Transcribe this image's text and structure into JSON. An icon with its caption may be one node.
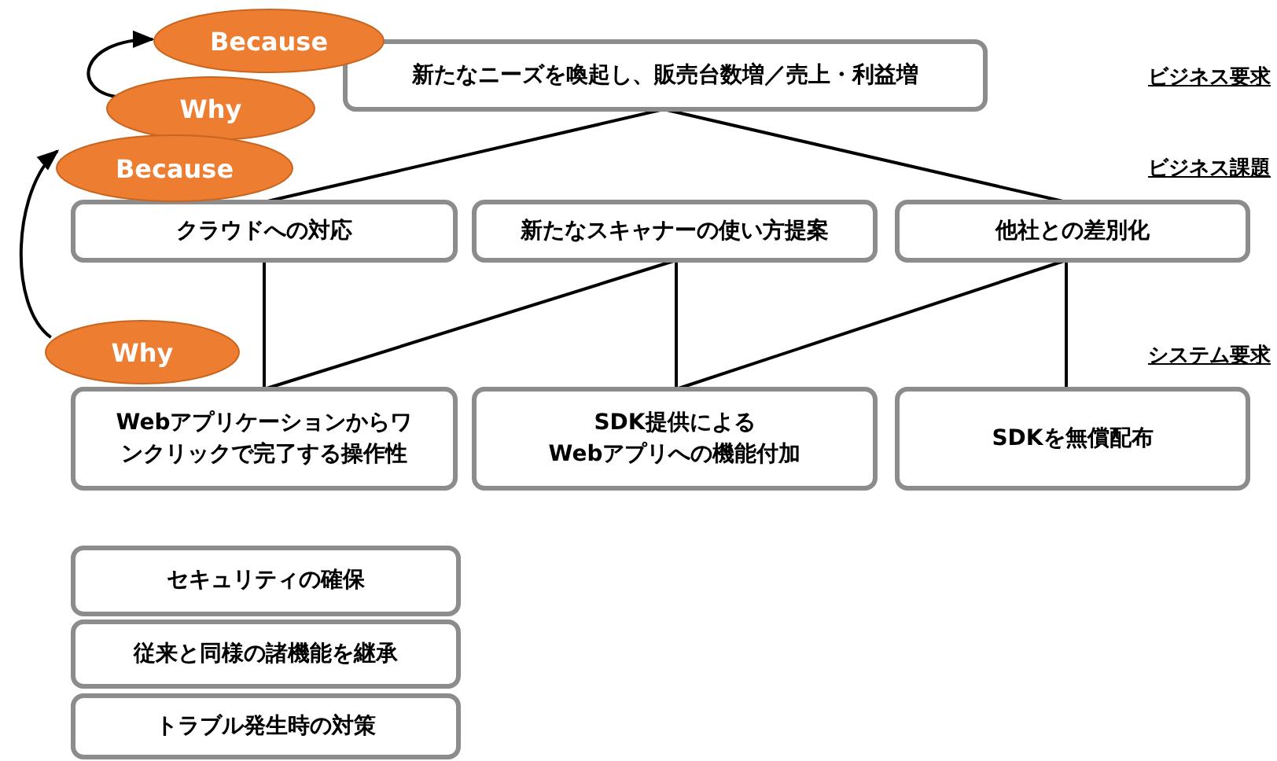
{
  "diagram": {
    "nodes": [
      {
        "text": [
          "Because"
        ]
      },
      {
        "text": [
          "Why"
        ]
      },
      {
        "text": [
          "新たなニーズを喚起し、販売台数増／売上・利益増"
        ]
      },
      {
        "text": [
          "Because"
        ]
      },
      {
        "text": [
          "クラウドへの対応"
        ]
      },
      {
        "text": [
          "新たなスキャナーの使い方提案"
        ]
      },
      {
        "text": [
          "他社との差別化"
        ]
      },
      {
        "text": [
          "Why"
        ]
      },
      {
        "text": [
          "Webアプリケーションからワンクリックで完了する操作性"
        ]
      },
      {
        "text": [
          "SDK提供による Webアプリへの機能付加"
        ]
      },
      {
        "text": [
          "SDKを無償配布"
        ]
      },
      {
        "text": [
          "セキュリティの確保"
        ]
      },
      {
        "text": [
          "従来と同様の諸機能を継承"
        ]
      },
      {
        "text": [
          "トラブル発生時の対策"
        ]
      }
    ],
    "edges": [
      {
        "from": 2,
        "to": 4,
        "arrow": "none"
      },
      {
        "from": 2,
        "to": 6,
        "arrow": "none"
      },
      {
        "from": 4,
        "to": 8,
        "arrow": "none"
      },
      {
        "from": 5,
        "to": 8,
        "arrow": "none"
      },
      {
        "from": 5,
        "to": 9,
        "arrow": "none"
      },
      {
        "from": 6,
        "to": 9,
        "arrow": "none"
      },
      {
        "from": 6,
        "to": 10,
        "arrow": "none"
      },
      {
        "from": 1,
        "to": 0,
        "arrow": "to"
      },
      {
        "from": 7,
        "to": 3,
        "arrow": "to"
      }
    ],
    "labels": [
      "ビジネス要求",
      "ビジネス課題",
      "システム要求"
    ]
  }
}
